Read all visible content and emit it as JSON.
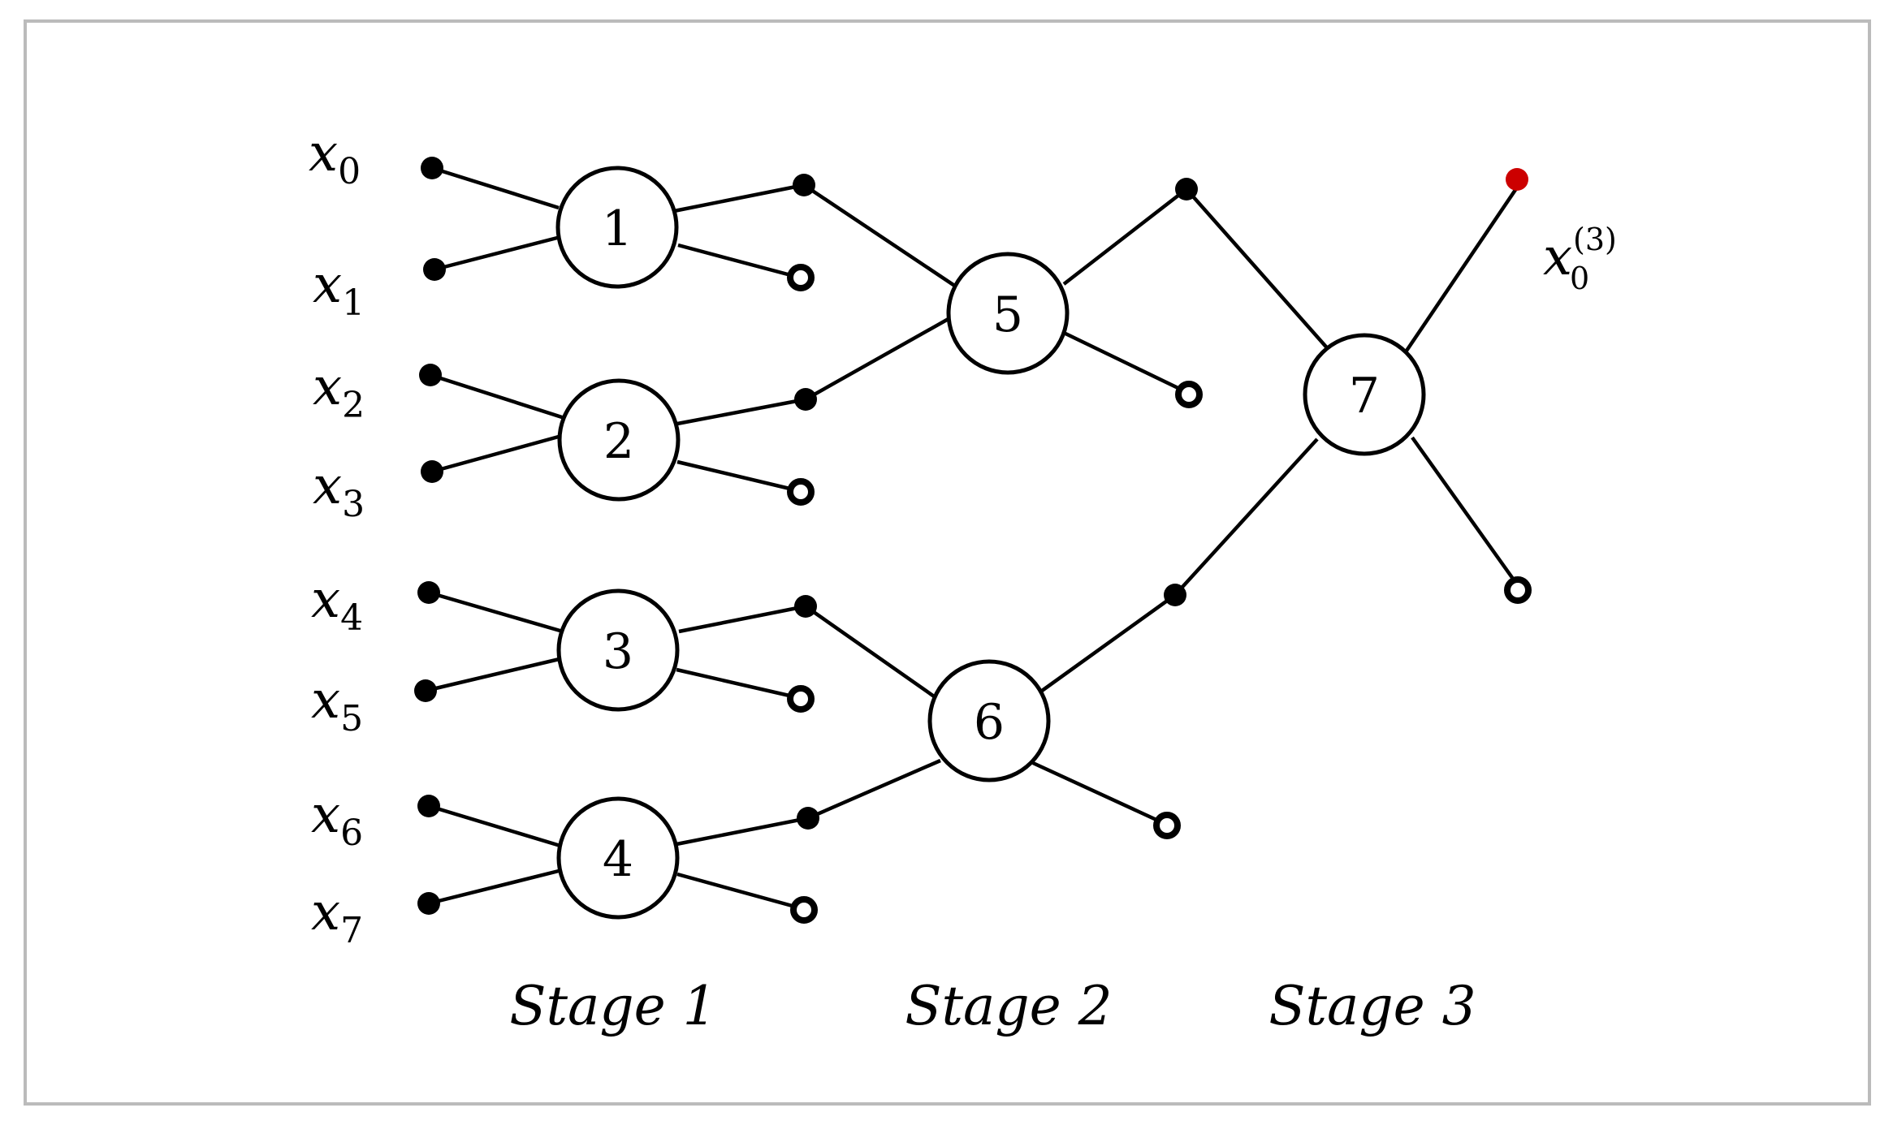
{
  "diagram": {
    "inputs": [
      {
        "var": "x",
        "sub": "0"
      },
      {
        "var": "x",
        "sub": "1"
      },
      {
        "var": "x",
        "sub": "2"
      },
      {
        "var": "x",
        "sub": "3"
      },
      {
        "var": "x",
        "sub": "4"
      },
      {
        "var": "x",
        "sub": "5"
      },
      {
        "var": "x",
        "sub": "6"
      },
      {
        "var": "x",
        "sub": "7"
      }
    ],
    "nodes": [
      "1",
      "2",
      "3",
      "4",
      "5",
      "6",
      "7"
    ],
    "stages": [
      "Stage 1",
      "Stage 2",
      "Stage 3"
    ],
    "output": {
      "var": "x",
      "sub": "0",
      "sup": "(3)"
    },
    "colors": {
      "line": "#000000",
      "output_dot": "#cc0000",
      "border": "#bbbbbb"
    }
  }
}
